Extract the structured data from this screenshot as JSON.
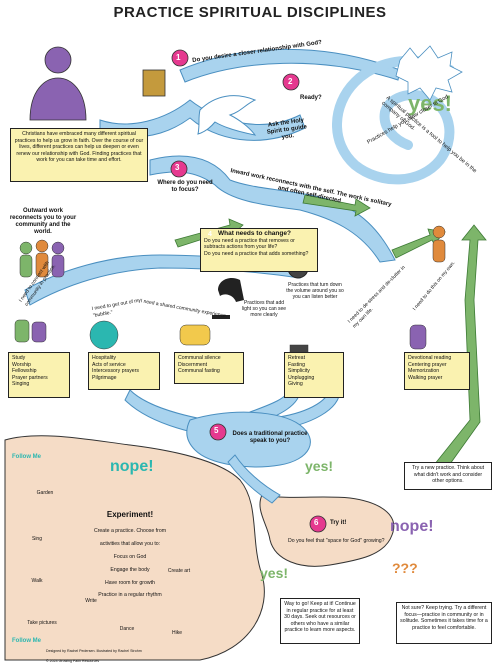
{
  "title": "PRACTICE SPIRITUAL DISCIPLINES",
  "intro": "Christians have embraced many different spiritual practices to help us grow in faith. Over the course of our lives, different practices can help us deepen or even renew our relationship with God. Finding practices that work for you can take time and effort.",
  "steps": {
    "s1": {
      "num": "1",
      "text": "Do you desire a closer relationship with God?"
    },
    "s2": {
      "num": "2",
      "text": "Ready?"
    },
    "s3": {
      "num": "3",
      "text": "Where do you need to focus?"
    },
    "s4": {
      "num": "4",
      "title": "What needs to change?",
      "lines": [
        "Do you need a practice that removes or",
        "subtracts actions from your life?",
        "Do you need a practice that adds something?"
      ]
    },
    "s5": {
      "num": "5",
      "text": "Does a traditional practice speak to you?"
    },
    "s6": {
      "num": "6",
      "title": "Try it!",
      "text": "Do you feel that \"space for God\" growing?"
    }
  },
  "holy_spirit": "Ask the Holy Spirit to guide you.",
  "spiral": {
    "outer": "Practices help you draw closer to God.",
    "inner": "A spiritual practice is a tool to help you be in the company of God."
  },
  "yes_top": "yes!",
  "inward": "Inward work reconnects with the self. The work is solitary and often self-directed",
  "outward": "Outward work reconnects you to your community and the world.",
  "removes_light": "Practices that add light so you can see more clearly",
  "removes_volume": "Practices that turn down the volume around you so you can listen better",
  "needs": {
    "n1": "I need to connect with community in practice.",
    "n2": "I need to get out of my \"bubble.\"",
    "n3": "I need a shared community experience.",
    "n4": "I need to de-stress and de-clutter in my own life.",
    "n5": "I need to do this on my own."
  },
  "practices": [
    {
      "lines": [
        "Study",
        "Worship",
        "Fellowship",
        "Prayer partners",
        "Singing"
      ]
    },
    {
      "lines": [
        "Hospitality",
        "Acts of service",
        "Intercessory prayers",
        "Pilgrimage"
      ]
    },
    {
      "lines": [
        "Communal silence",
        "Discernment",
        "Communal fasting"
      ]
    },
    {
      "lines": [
        "Retreat",
        "Fasting",
        "Simplicity",
        "Unplugging",
        "Giving"
      ]
    },
    {
      "lines": [
        "Devotional reading",
        "Centering prayer",
        "Memorization",
        "Walking prayer"
      ]
    }
  ],
  "try_new": "Try a new practice. Think about what didn't work and consider other options.",
  "nope_left": "nope!",
  "nope_right": "nope!",
  "yes_mid": "yes!",
  "yes_bottom": "yes!",
  "qmarks": "???",
  "experiment": {
    "title": "Experiment!",
    "lines": [
      "Create a practice. Choose from",
      "activities that allow you to:",
      "Focus on God",
      "Engage the body",
      "Have room for growth",
      "Practice in a regular rhythm"
    ]
  },
  "activities": [
    "Garden",
    "Sing",
    "Walk",
    "Write",
    "Create art",
    "Take pictures",
    "Dance",
    "Hike"
  ],
  "way_to_go": "Way to go! Keep at it! Continue in regular practice for at least 30 days. Seek out resources or others who have a similar practice to learn more aspects.",
  "not_sure": "Not sure? Keep trying. Try a different focus—practice in community or in solitude. Sometimes it takes time for a practice to feel comfortable.",
  "logo": "Follow Me",
  "credits": [
    "Designed by Rachel Pedersen. Illustrated by Rachel Strohm",
    "© 2024 Growing Faith Resources"
  ],
  "colors": {
    "blue": "#a9d3ee",
    "blue_stroke": "#4a8fc0",
    "green": "#7db56a",
    "yellow": "#faf2b0",
    "tan": "#f5dcc6",
    "purple": "#8a63b1",
    "pink": "#e5398f",
    "teal": "#2bb7b0"
  }
}
